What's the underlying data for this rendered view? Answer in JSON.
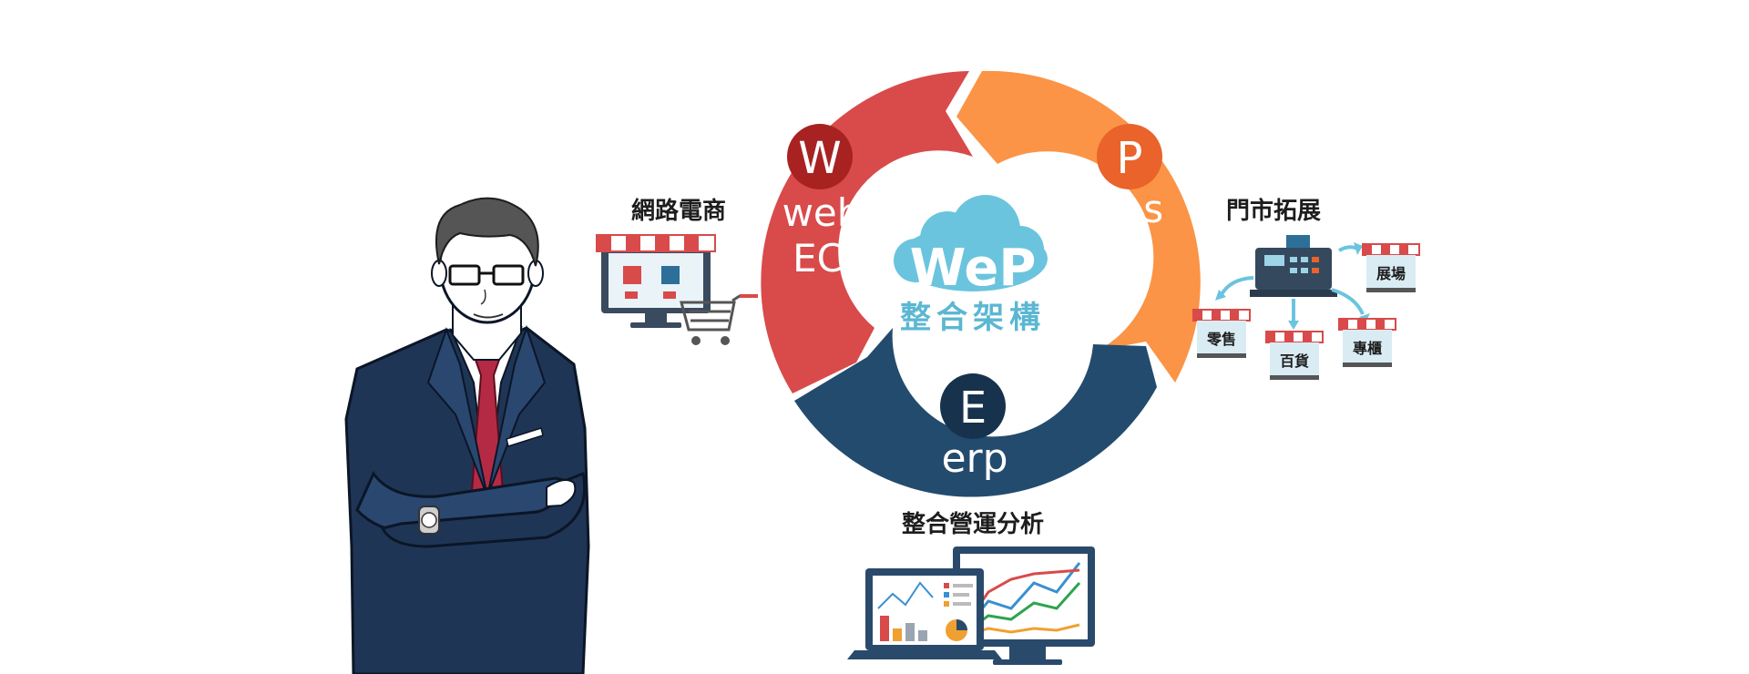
{
  "colors": {
    "web": "#d94a4a",
    "web_badge": "#a82222",
    "pos": "#fb9446",
    "pos_badge": "#e9632b",
    "erp": "#234b6e",
    "erp_badge": "#16324d",
    "cloud": "#6bc4de",
    "brand_text": "#5bb7d2"
  },
  "center": {
    "brand": "WeP",
    "subtitle": "整合架構"
  },
  "segments": {
    "web": {
      "badge": "W",
      "line1": "web",
      "line2": "EC"
    },
    "pos": {
      "badge": "P",
      "line1": "pos"
    },
    "erp": {
      "badge": "E",
      "line1": "erp"
    }
  },
  "captions": {
    "ecommerce": "網路電商",
    "store_expansion": "門市拓展",
    "analytics": "整合營運分析"
  },
  "store_types": [
    "展場",
    "零售",
    "百貨",
    "專櫃"
  ]
}
